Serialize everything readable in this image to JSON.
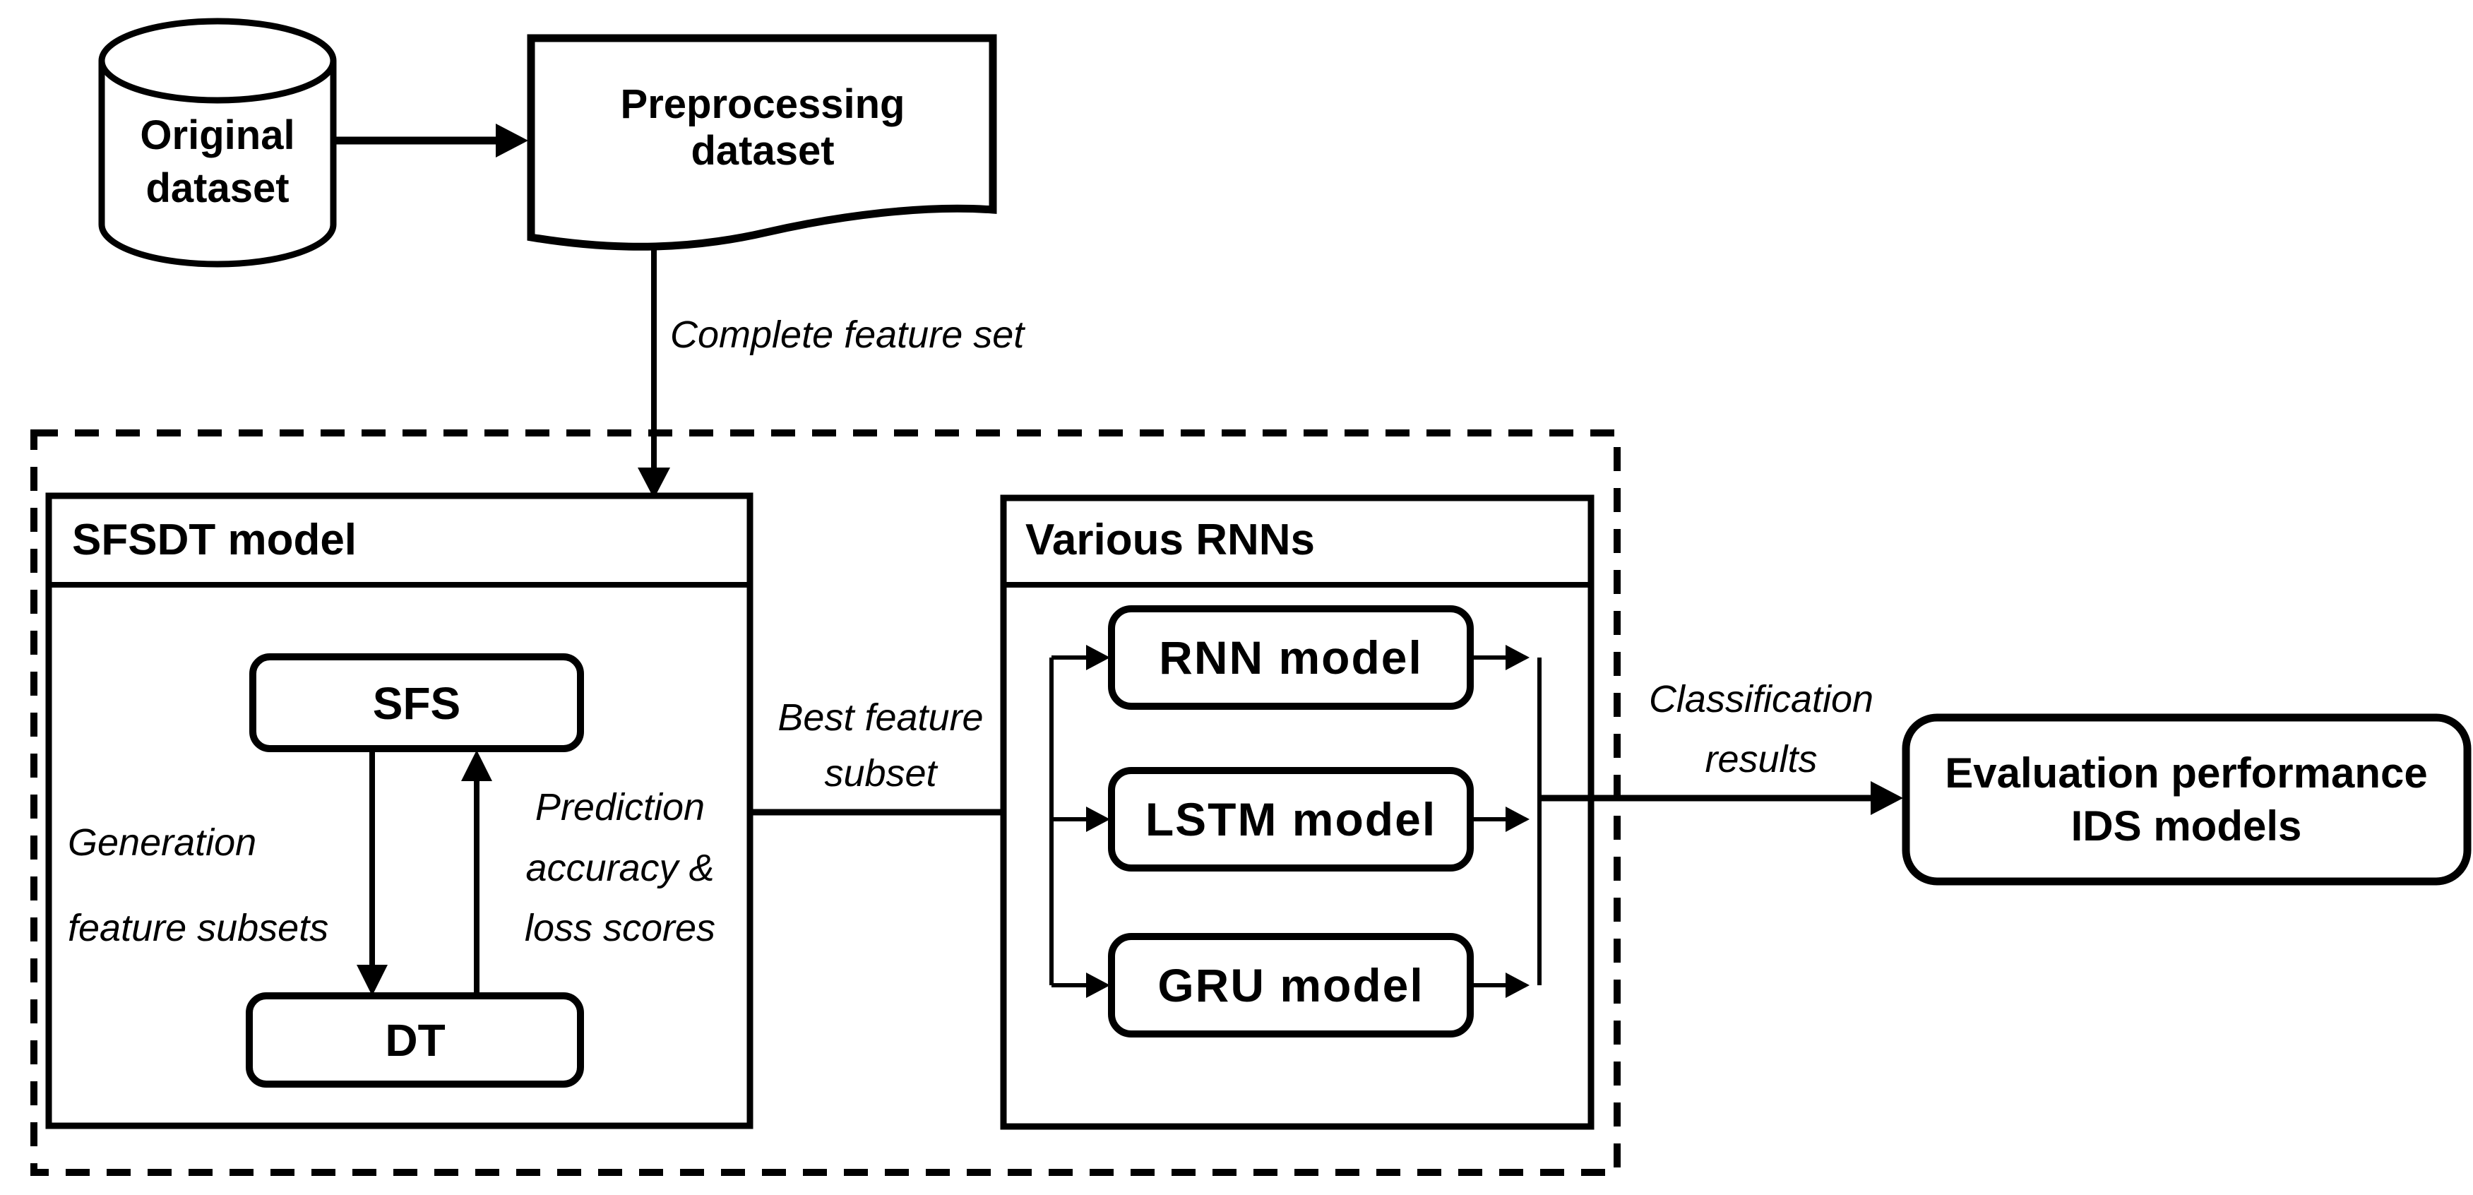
{
  "figure": {
    "colors": {
      "ink": "#000000",
      "paper": "#ffffff"
    },
    "nodes": {
      "original_dataset": {
        "lines": [
          "Original",
          "dataset"
        ]
      },
      "preprocessing_dataset": {
        "lines": [
          "Preprocessing",
          "dataset"
        ]
      },
      "sfsdt_model": {
        "title": "SFSDT model"
      },
      "sfs": {
        "label": "SFS"
      },
      "dt": {
        "label": "DT"
      },
      "various_rnns": {
        "title": "Various RNNs"
      },
      "rnn_model": {
        "label": "RNN model"
      },
      "lstm_model": {
        "label": "LSTM model"
      },
      "gru_model": {
        "label": "GRU model"
      },
      "evaluation": {
        "lines": [
          "Evaluation performance",
          "IDS models"
        ]
      }
    },
    "edge_labels": {
      "complete_feature_set": {
        "text": "Complete feature set"
      },
      "generation": {
        "lines": [
          "Generation",
          "feature subsets"
        ]
      },
      "prediction": {
        "lines": [
          "Prediction",
          "accuracy &",
          "loss scores"
        ]
      },
      "best_feature_subset": {
        "lines": [
          "Best feature",
          "subset"
        ]
      },
      "classification_results": {
        "lines": [
          "Classification",
          "results"
        ]
      }
    }
  }
}
